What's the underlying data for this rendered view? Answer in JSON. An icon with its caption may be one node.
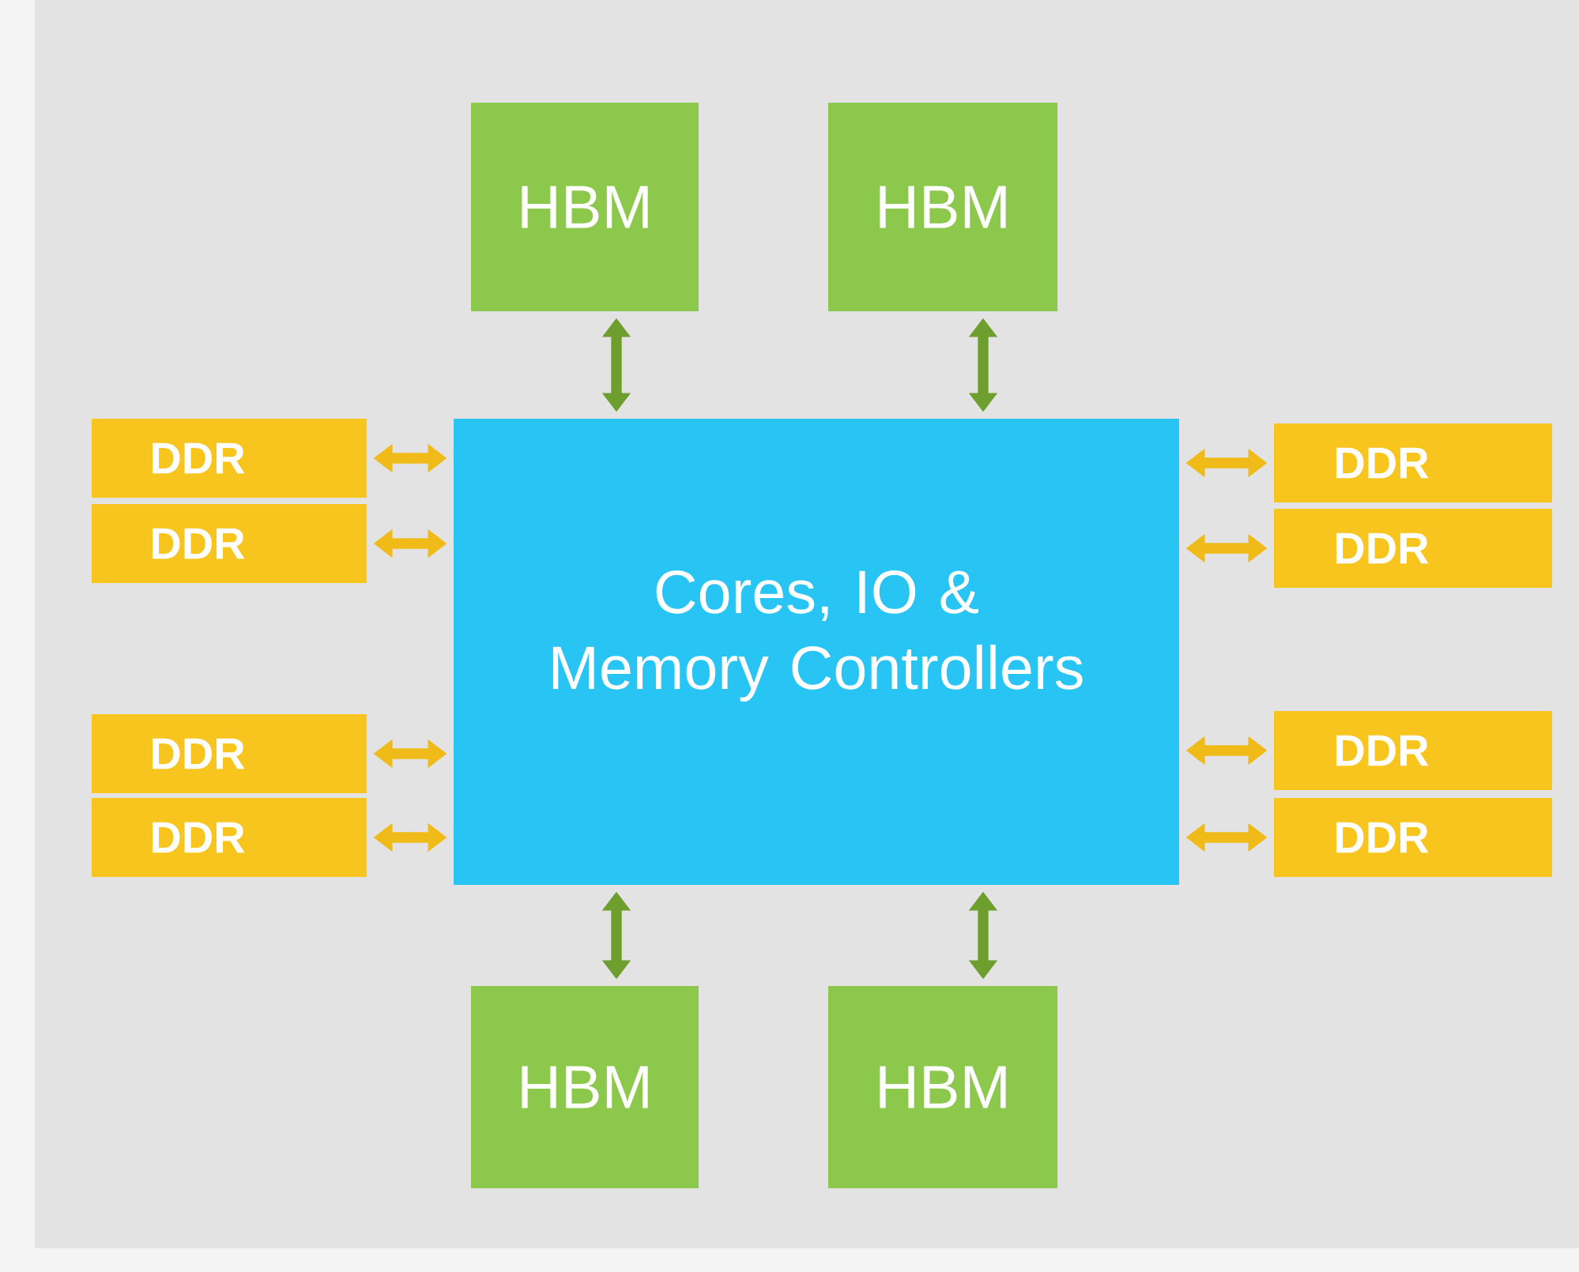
{
  "diagram": {
    "nodes": [
      {
        "text": [
          "HBM"
        ]
      },
      {
        "text": [
          "HBM"
        ]
      },
      {
        "text": [
          "DDR"
        ]
      },
      {
        "text": [
          "DDR"
        ]
      },
      {
        "text": [
          "Cores, IO & Memory Controllers"
        ]
      },
      {
        "text": [
          "DDR"
        ]
      },
      {
        "text": [
          "DDR"
        ]
      },
      {
        "text": [
          "DDR"
        ]
      },
      {
        "text": [
          "DDR"
        ]
      },
      {
        "text": [
          "DDR"
        ]
      },
      {
        "text": [
          "DDR"
        ]
      },
      {
        "text": [
          "HBM"
        ]
      },
      {
        "text": [
          "HBM"
        ]
      }
    ],
    "edges": [
      {
        "from": 0,
        "to": 4,
        "arrow": "both",
        "color": "#6e9e2e"
      },
      {
        "from": 1,
        "to": 4,
        "arrow": "both",
        "color": "#6e9e2e"
      },
      {
        "from": 2,
        "to": 4,
        "arrow": "both"
      },
      {
        "from": 3,
        "to": 4,
        "arrow": "both"
      },
      {
        "from": 5,
        "to": 4,
        "arrow": "both"
      },
      {
        "from": 6,
        "to": 4,
        "arrow": "both"
      },
      {
        "from": 7,
        "to": 4,
        "arrow": "both"
      },
      {
        "from": 8,
        "to": 4,
        "arrow": "both"
      },
      {
        "from": 9,
        "to": 4,
        "arrow": "both"
      },
      {
        "from": 10,
        "to": 4,
        "arrow": "both"
      },
      {
        "from": 11,
        "to": 4,
        "arrow": "both",
        "color": "#6e9e2e"
      },
      {
        "from": 12,
        "to": 4,
        "arrow": "both",
        "color": "#6e9e2e"
      }
    ]
  }
}
